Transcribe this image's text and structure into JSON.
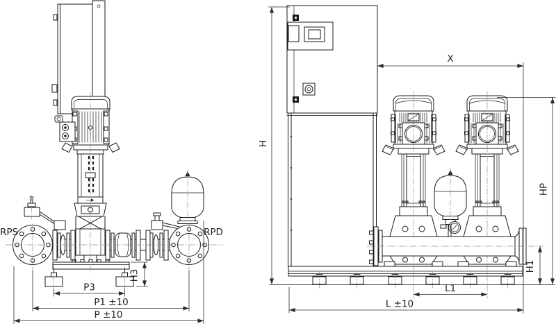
{
  "colors": {
    "ink": "#1a1a1a",
    "dimension_ink": "#2b2b2b",
    "centerline": "#8f8f8f",
    "background": "#ffffff"
  },
  "side_view": {
    "labels": {
      "suction_port": "RPS",
      "discharge_port": "RPD"
    },
    "dimensions": {
      "base_frame_height": "H3",
      "foot_spacing": "P3",
      "port_distance": "P1 ±10",
      "overall_depth": "P ±10"
    }
  },
  "front_view": {
    "dimensions": {
      "cabinet_to_right_end": "X",
      "overall_height": "H",
      "pump_height": "HP",
      "manifold_axis_height": "H1",
      "pump_spacing": "L1",
      "overall_length": "L ±10"
    }
  }
}
